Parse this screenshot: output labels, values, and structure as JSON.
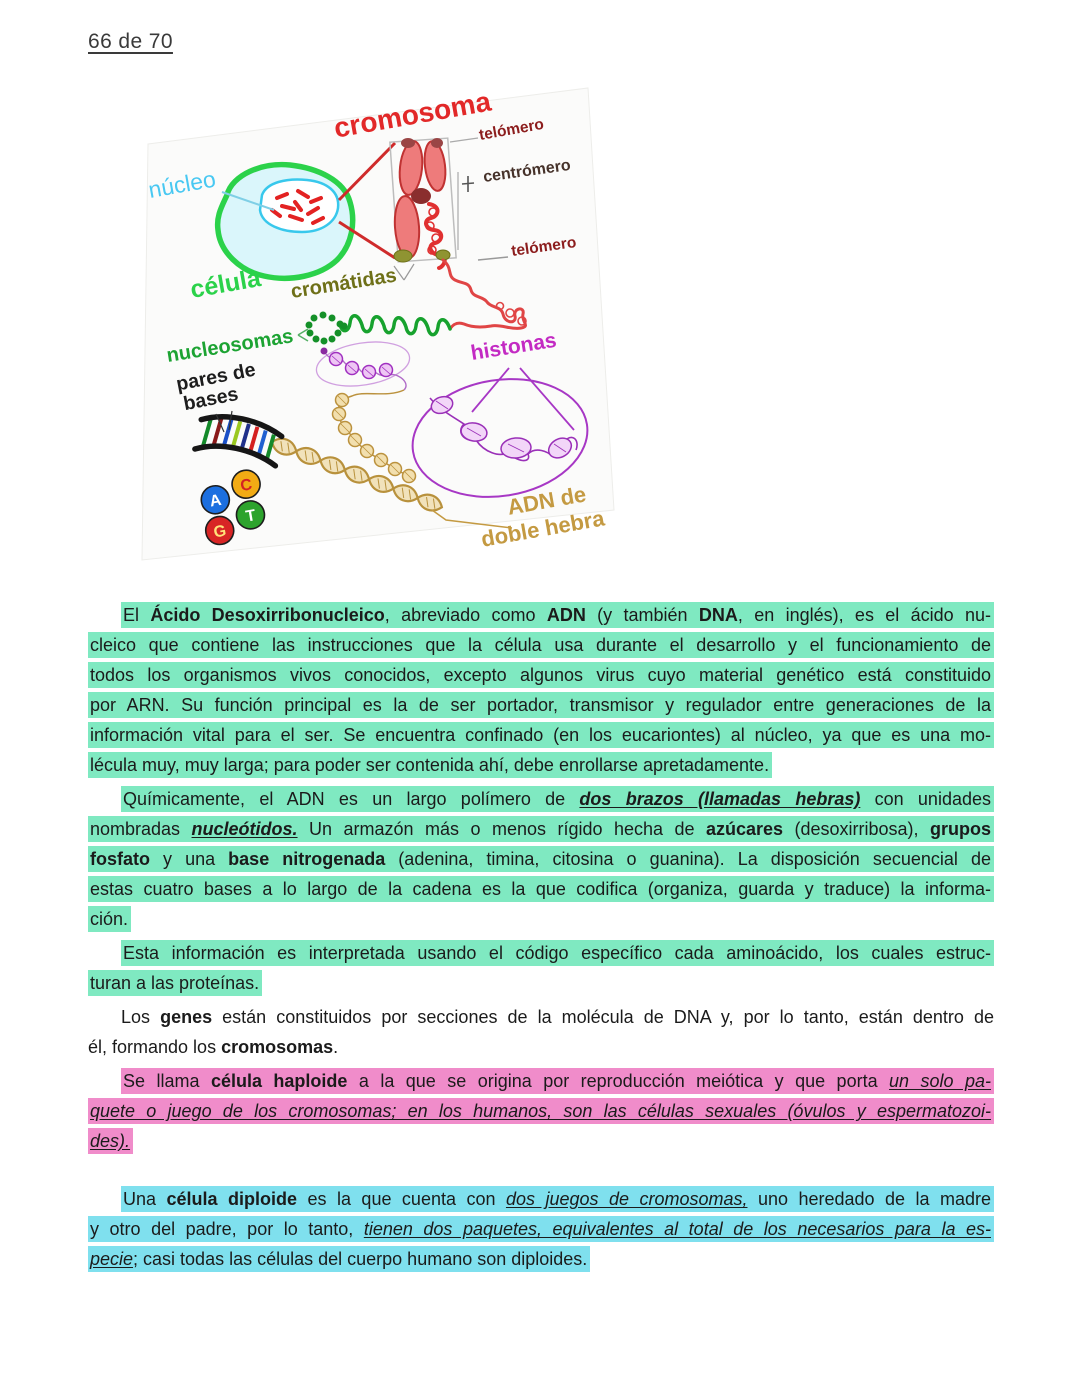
{
  "page": {
    "header": "66 de 70",
    "background": "#ffffff"
  },
  "figure": {
    "labels": {
      "cromosoma": "cromosoma",
      "telomero_top": "telómero",
      "centromero": "centrómero",
      "telomero_bottom": "telómero",
      "nucleo": "núcleo",
      "celula": "célula",
      "cromatidas": "cromátidas",
      "nucleosomas": "nucleosomas",
      "histonas": "histonas",
      "pares_de_bases_1": "pares de",
      "pares_de_bases_2": "bases",
      "adn_1": "ADN de",
      "adn_2": "doble hebra",
      "base_a": "A",
      "base_c": "C",
      "base_g": "G",
      "base_t": "T"
    },
    "colors": {
      "cromosoma": "#e22828",
      "telomero": "#8c1d1d",
      "centromero": "#46322a",
      "nucleo": "#48c8f2",
      "celula": "#2bd24a",
      "cromatidas": "#6e7018",
      "nucleosomas": "#1ca332",
      "histonas": "#c32ac3",
      "adn": "#c49a42",
      "base_a_bg": "#1c6fe0",
      "base_c_bg": "#f2ab14",
      "base_g_bg": "#d82525",
      "base_t_bg": "#2da32d"
    }
  },
  "content": {
    "highlight_colors": {
      "mint": "#7fe9c1",
      "pink": "#f08cca",
      "cyan": "#7fe0ee"
    },
    "paragraphs": [
      {
        "highlight": "mint",
        "lines": [
          [
            {
              "t": "El "
            },
            {
              "t": "Ácido Desoxirribonucleico",
              "b": true
            },
            {
              "t": ", abreviado como "
            },
            {
              "t": "ADN",
              "b": true
            },
            {
              "t": " (y también "
            },
            {
              "t": "DNA",
              "b": true
            },
            {
              "t": ", en inglés), es el ácido nu-"
            }
          ],
          [
            {
              "t": "cleico que contiene las instrucciones que la célula usa durante el desarrollo y el funcionamiento de"
            }
          ],
          [
            {
              "t": "todos los organismos vivos conocidos, excepto algunos virus cuyo material genético está constituido"
            }
          ],
          [
            {
              "t": "por ARN. Su función principal es la de ser portador, transmisor y regulador entre generaciones de la"
            }
          ],
          [
            {
              "t": "información vital para el ser. Se encuentra confinado (en los eucariontes) al núcleo, ya que es una mo-"
            }
          ],
          [
            {
              "t": "lécula muy, muy larga; para poder ser contenida ahí, debe enrollarse apretadamente."
            }
          ]
        ]
      },
      {
        "highlight": "mint",
        "lines": [
          [
            {
              "t": "Químicamente, el ADN es un largo polímero de "
            },
            {
              "t": "dos brazos (llamadas hebras)",
              "b": true,
              "i": true,
              "u": true
            },
            {
              "t": " con unidades"
            }
          ],
          [
            {
              "t": "nombradas "
            },
            {
              "t": "nucleótidos.",
              "b": true,
              "i": true,
              "u": true
            },
            {
              "t": " Un armazón más o menos rígido hecha de "
            },
            {
              "t": "azúcares",
              "b": true
            },
            {
              "t": " (desoxirribosa), "
            },
            {
              "t": "grupos",
              "b": true
            }
          ],
          [
            {
              "t": "fosfato",
              "b": true
            },
            {
              "t": " y una "
            },
            {
              "t": "base nitrogenada",
              "b": true
            },
            {
              "t": " (adenina, timina, citosina o guanina). La disposición secuencial de"
            }
          ],
          [
            {
              "t": "estas cuatro bases a lo largo de la cadena es la que codifica (organiza, guarda y traduce) la informa-"
            }
          ],
          [
            {
              "t": "ción."
            }
          ]
        ]
      },
      {
        "highlight": "mint",
        "lines": [
          [
            {
              "t": "Esta información es interpretada usando el código específico cada aminoácido, los cuales estruc-"
            }
          ],
          [
            {
              "t": "turan a las proteínas."
            }
          ]
        ]
      },
      {
        "highlight": null,
        "lines": [
          [
            {
              "t": "Los "
            },
            {
              "t": "genes",
              "b": true
            },
            {
              "t": " están constituidos por secciones de la molécula de DNA y, por lo tanto, están dentro de"
            }
          ],
          [
            {
              "t": "él, formando los "
            },
            {
              "t": "cromosomas",
              "b": true
            },
            {
              "t": "."
            }
          ]
        ]
      },
      {
        "highlight": "pink",
        "lines": [
          [
            {
              "t": "Se llama "
            },
            {
              "t": "célula haploide",
              "b": true
            },
            {
              "t": " a la que se origina por reproducción meiótica y que porta "
            },
            {
              "t": "un solo pa-",
              "i": true,
              "u": true
            }
          ],
          [
            {
              "t": "quete o juego de los cromosomas; en los humanos, son las células sexuales (óvulos y espermatozoi-",
              "i": true,
              "u": true
            }
          ],
          [
            {
              "t": "des).",
              "i": true,
              "u": true
            }
          ]
        ]
      },
      {
        "highlight": "cyan",
        "gap_before": true,
        "lines": [
          [
            {
              "t": "Una "
            },
            {
              "t": "célula diploide",
              "b": true
            },
            {
              "t": " es la que cuenta con "
            },
            {
              "t": "dos juegos de cromosomas,",
              "i": true,
              "u": true
            },
            {
              "t": " uno heredado de la madre"
            }
          ],
          [
            {
              "t": "y otro del padre, por lo tanto, "
            },
            {
              "t": "tienen dos paquetes, equivalentes al total de los necesarios para la es-",
              "i": true,
              "u": true
            }
          ],
          [
            {
              "t": "pecie",
              "i": true,
              "u": true
            },
            {
              "t": "; casi todas las células del cuerpo humano son diploides."
            }
          ]
        ]
      }
    ]
  }
}
